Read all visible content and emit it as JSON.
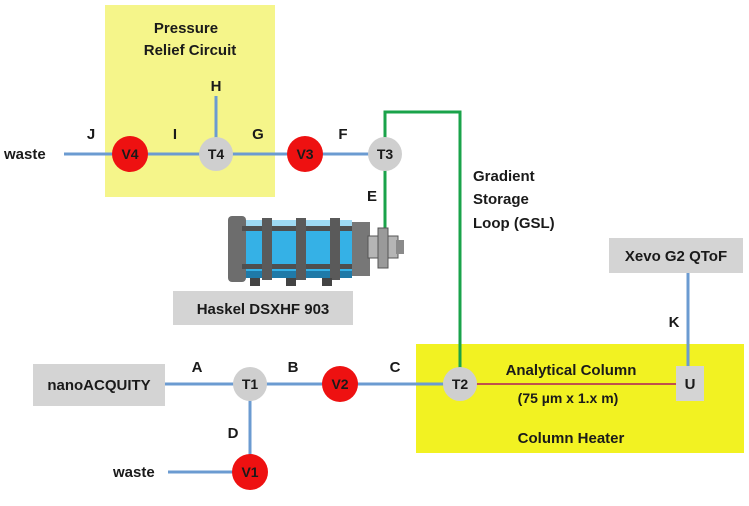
{
  "colors": {
    "highlight": "#f5f58a",
    "heater": "#f2f222",
    "pipe": "#6b9bd1",
    "green": "#1aa34a",
    "column_line": "#c0504d",
    "valve_red": "#ee1111",
    "tee_gray": "#cfcfcf",
    "box_gray": "#d4d4d4"
  },
  "regions": {
    "pressure_relief": {
      "line1": "Pressure",
      "line2": "Relief Circuit"
    },
    "column_heater": {
      "title": "Analytical Column",
      "dims": "(75 µm x 1.x m)",
      "label": "Column Heater"
    }
  },
  "boxes": {
    "nanoacquity": "nanoACQUITY",
    "haskel": "Haskel DSXHF 903",
    "xevo": "Xevo G2 QToF",
    "u_union": "U"
  },
  "loop_label": {
    "line1": "Gradient",
    "line2": "Storage",
    "line3": "Loop (GSL)"
  },
  "waste": {
    "top": "waste",
    "bottom": "waste"
  },
  "valves": {
    "v1": "V1",
    "v2": "V2",
    "v3": "V3",
    "v4": "V4"
  },
  "tees": {
    "t1": "T1",
    "t2": "T2",
    "t3": "T3",
    "t4": "T4"
  },
  "segments": {
    "a": "A",
    "b": "B",
    "c": "C",
    "d": "D",
    "e": "E",
    "f": "F",
    "g": "G",
    "h": "H",
    "i": "I",
    "j": "J",
    "k": "K"
  }
}
